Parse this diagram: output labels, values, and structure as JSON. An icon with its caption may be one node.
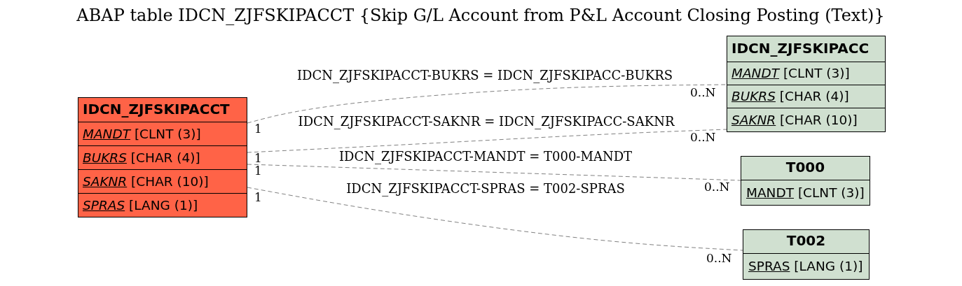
{
  "diagram": {
    "title": "ABAP table IDCN_ZJFSKIPACCT {Skip G/L Account from P&L Account Closing Posting (Text)}",
    "nodes": [
      {
        "text": [
          "IDCN_ZJFSKIPACCT"
        ]
      },
      {
        "text": [
          "*MANDT* [CLNT (3)]"
        ],
        "in": 0
      },
      {
        "text": [
          "*BUKRS* [CHAR (4)]"
        ],
        "in": 0
      },
      {
        "text": [
          "*SAKNR* [CHAR (10)]"
        ],
        "in": 0
      },
      {
        "text": [
          "*SPRAS* [LANG (1)]"
        ],
        "in": 0
      },
      {
        "text": [
          "IDCN_ZJFSKIPACC"
        ]
      },
      {
        "text": [
          "*MANDT* [CLNT (3)]"
        ],
        "in": 5
      },
      {
        "text": [
          "*BUKRS* [CHAR (4)]"
        ],
        "in": 5
      },
      {
        "text": [
          "*SAKNR* [CHAR (10)]"
        ],
        "in": 5
      },
      {
        "text": [
          "T000"
        ]
      },
      {
        "text": [
          "MANDT [CLNT (3)]"
        ],
        "in": 9
      },
      {
        "text": [
          "T002"
        ]
      },
      {
        "text": [
          "SPRAS [LANG (1)]"
        ],
        "in": 11
      }
    ],
    "edges": [
      {
        "from": 0,
        "to": 5,
        "arrow": "none",
        "style": "dashed",
        "label": "IDCN_ZJFSKIPACCT-BUKRS = IDCN_ZJFSKIPACC-BUKRS"
      },
      {
        "from": 0,
        "to": 5,
        "arrow": "none",
        "style": "dashed",
        "label": "IDCN_ZJFSKIPACCT-SAKNR = IDCN_ZJFSKIPACC-SAKNR"
      },
      {
        "from": 0,
        "to": 9,
        "arrow": "none",
        "style": "dashed",
        "label": "IDCN_ZJFSKIPACCT-MANDT = T000-MANDT"
      },
      {
        "from": 0,
        "to": 11,
        "arrow": "none",
        "style": "dashed",
        "label": "IDCN_ZJFSKIPACCT-SPRAS = T002-SPRAS"
      }
    ],
    "labels": [
      "0..N",
      "1",
      "0..N",
      "1",
      "1",
      "0..N",
      "1",
      "0..N"
    ]
  }
}
